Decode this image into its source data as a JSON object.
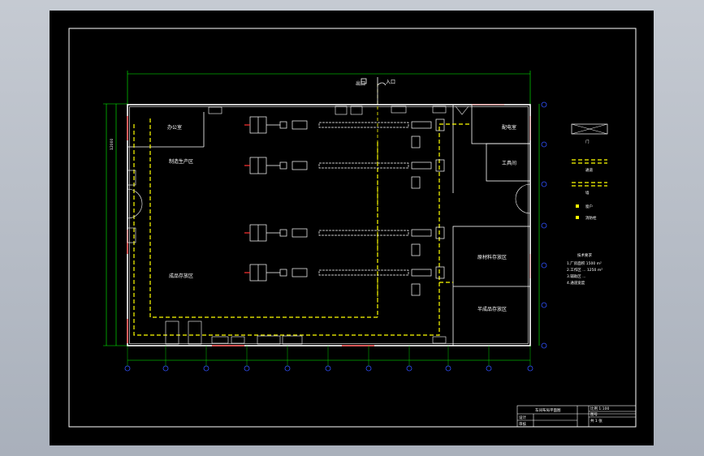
{
  "colors": {
    "background": "#000000",
    "wall": "#ffffff",
    "dimension": "#00ff00",
    "axis": "#0000ff",
    "dashed_zone": "#ffff00",
    "wall_accent": "#ff0000",
    "border": "#ffffff"
  },
  "plan": {
    "entrance": "出口",
    "entrance2": "入口",
    "office": "办公室",
    "zone_main": "制造生产区",
    "zone_storage": "成品存放区",
    "zone_raw": "原材料存放区",
    "zone_semi": "半成品存放区",
    "room_right1": "配电室",
    "room_right2": "工具间",
    "dim_left": "12000"
  },
  "legend": {
    "symbol1_label": "门",
    "symbol2_label": "通道",
    "symbol3_label": "墙",
    "symbol4_label": "窗户",
    "symbol5_label": "消防栓",
    "notes_title": "技术要求",
    "notes_line1": "1.厂房面积 1500 m²",
    "notes_line2": "2.工作区 ... 1250 m²",
    "notes_line3": "3.辅助区 ...",
    "notes_line4": "4.通道宽度"
  },
  "title_block": {
    "title": "车间布局平面图",
    "row2": "设计",
    "row3": "审核",
    "right1": "比例 1:100",
    "right2": "图号",
    "right3": "共 1 张"
  }
}
